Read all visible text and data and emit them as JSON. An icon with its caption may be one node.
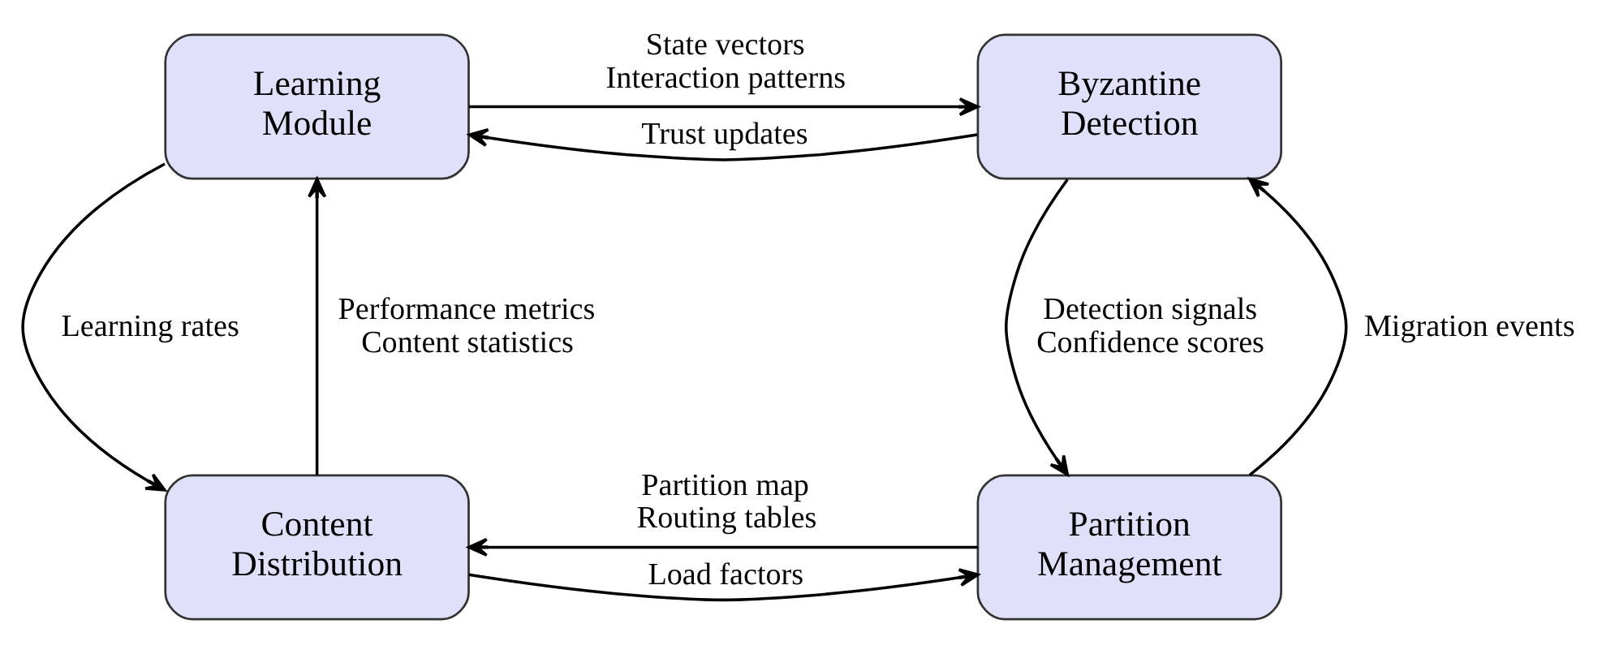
{
  "diagram": {
    "nodes": [
      {
        "text": [
          "Learning Module"
        ]
      },
      {
        "text": [
          "Byzantine Detection"
        ]
      },
      {
        "text": [
          "Content Distribution"
        ]
      },
      {
        "text": [
          "Partition Management"
        ]
      }
    ],
    "edges": [
      {
        "from": 0,
        "to": 1,
        "arrow": "to",
        "label": "State vectors Interaction patterns"
      },
      {
        "from": 1,
        "to": 0,
        "arrow": "to",
        "label": "Trust updates"
      },
      {
        "from": 1,
        "to": 3,
        "arrow": "to",
        "label": "Detection signals Confidence scores"
      },
      {
        "from": 3,
        "to": 1,
        "arrow": "to",
        "label": "Migration events"
      },
      {
        "from": 3,
        "to": 2,
        "arrow": "to",
        "label": "Partition map Routing tables"
      },
      {
        "from": 2,
        "to": 3,
        "arrow": "to",
        "label": "Load factors"
      },
      {
        "from": 2,
        "to": 0,
        "arrow": "to",
        "label": "Performance metrics Content statistics"
      },
      {
        "from": 0,
        "to": 2,
        "arrow": "to",
        "label": "Learning rates"
      }
    ]
  }
}
